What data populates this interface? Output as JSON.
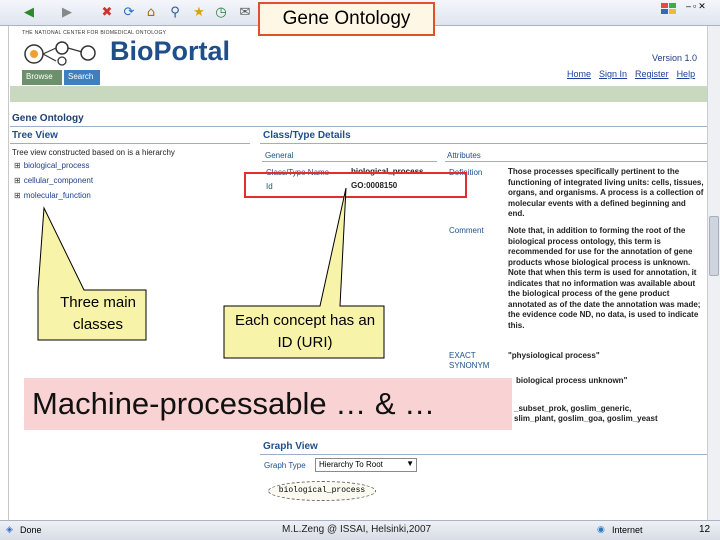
{
  "slide_title": "Gene Ontology",
  "bioportal": {
    "ncbo_line": "THE NATIONAL CENTER FOR BIOMEDICAL ONTOLOGY",
    "logo_text": "BioPortal",
    "version": "Version 1.0",
    "nav": [
      "Home",
      "Sign In",
      "Register",
      "Help"
    ],
    "tabs": [
      "Browse",
      "Search"
    ]
  },
  "page_heading": "Gene Ontology",
  "tree_view": {
    "title": "Tree View",
    "subtitle": "Tree view constructed based on is a hierarchy",
    "items": [
      "biological_process",
      "cellular_component",
      "molecular_function"
    ]
  },
  "class_details": {
    "title": "Class/Type Details",
    "general_label": "General",
    "name_label": "Class/Type Name",
    "name_value": "biological_process",
    "id_label": "Id",
    "id_value": "GO:0008150"
  },
  "attributes": {
    "title": "Attributes",
    "definition_label": "Definition",
    "definition": "Those processes specifically pertinent to the functioning of integrated living units: cells, tissues, organs, and organisms. A process is a collection of molecular events with a defined beginning and end.",
    "comment_label": "Comment",
    "comment": "Note that, in addition to forming the root of the biological process ontology, this term is recommended for use for the annotation of gene products whose biological process is unknown. Note that when this term is used for annotation, it indicates that no information was available about the biological process of the gene product annotated as of the date the annotation was made; the evidence code ND, no data, is used to indicate this.",
    "exact_label": "EXACT SYNONYM",
    "exact_value": "\"physiological process\"",
    "other_value": "biological process unknown\"",
    "subset_line1": "_subset_prok, goslim_generic,",
    "subset_line2": "slim_plant, goslim_goa, goslim_yeast"
  },
  "graph_view": {
    "title": "Graph View",
    "graph_type_label": "Graph Type",
    "graph_type_value": "Hierarchy To Root",
    "node_label": "biological_process"
  },
  "callouts": {
    "classes": "Three main classes",
    "concept_id": "Each concept has an ID (URI)",
    "machine": "Machine-processable … & …"
  },
  "statusbar": {
    "done": "Done",
    "zone": "Internet"
  },
  "footer": "M.L.Zeng @ ISSAI, Helsinki,2007",
  "page_number": "12",
  "colors": {
    "callout_fill": "#f7f3a8",
    "highlight_red": "#e0302a",
    "machine_bg": "#f9d3d3",
    "title_border": "#e0502a"
  }
}
